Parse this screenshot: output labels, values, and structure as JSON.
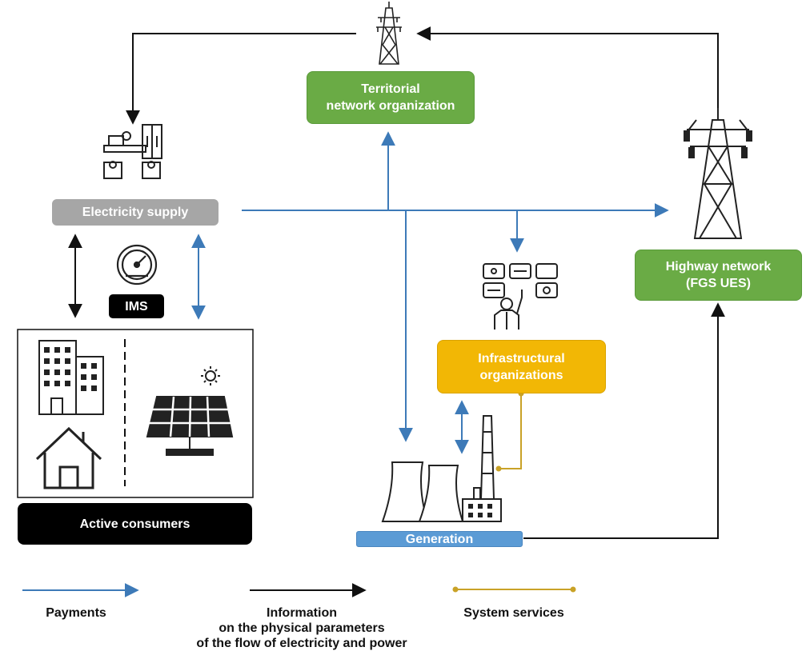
{
  "colors": {
    "payments": "#3d7ab8",
    "information": "#111111",
    "system_services": "#c9a227",
    "green_box": "#6aab45",
    "gray_box": "#a6a6a6",
    "yellow_box": "#f2b705",
    "blue_box": "#5b9bd5",
    "black_box": "#000000"
  },
  "nodes": {
    "territorial": {
      "label": "Territorial\nnetwork organization",
      "icon": "transmission-tower-small-icon"
    },
    "electricity_supply": {
      "label": "Electricity supply",
      "icon": "office-workers-icon"
    },
    "highway": {
      "label": "Highway network\n(FGS UES)",
      "icon": "transmission-tower-large-icon"
    },
    "ims": {
      "label": "IMS",
      "icon": "gauge-meter-icon"
    },
    "infrastructural": {
      "label": "Infrastructural\norganizations",
      "icon": "control-panel-operator-icon"
    },
    "active_consumers": {
      "label": "Active consumers",
      "icons": [
        "apartment-building-icon",
        "house-icon",
        "solar-panel-icon",
        "sun-icon"
      ]
    },
    "generation": {
      "label": "Generation",
      "icon": "power-plant-icon"
    }
  },
  "legend": {
    "payments": "Payments",
    "information": "Information\non the physical parameters\nof the flow of electricity and power",
    "system_services": "System services"
  }
}
